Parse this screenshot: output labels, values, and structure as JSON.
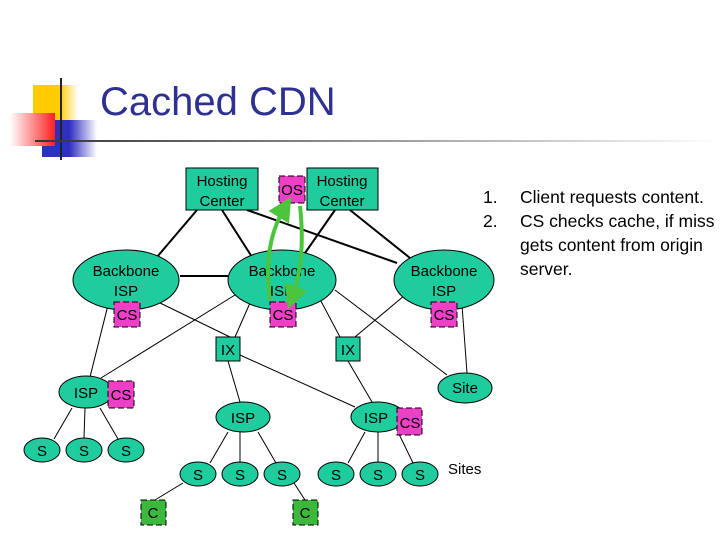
{
  "slide": {
    "title": "Cached CDN",
    "colors": {
      "title": "#2e3192",
      "node": "#1fcc9e",
      "cache": "#ee3fc7",
      "client": "#3cb93c",
      "arrow": "#4cc43c"
    }
  },
  "diagram": {
    "hosting_centers": [
      {
        "line1": "Hosting",
        "line2": "Center"
      },
      {
        "line1": "Hosting",
        "line2": "Center",
        "badge": "OS"
      }
    ],
    "backbones": [
      {
        "line1": "Backbone",
        "line2": "ISP",
        "badge": "CS"
      },
      {
        "line1": "Backbone",
        "line2": "ISP",
        "badge": "CS"
      },
      {
        "line1": "Backbone",
        "line2": "ISP",
        "badge": "CS"
      }
    ],
    "ix": [
      "IX",
      "IX"
    ],
    "site": "Site",
    "isps": [
      {
        "label": "ISP",
        "badge": "CS"
      },
      {
        "label": "ISP"
      },
      {
        "label": "ISP",
        "badge": "CS"
      }
    ],
    "server_label": "S",
    "client_label": "C",
    "sites_label": "Sites"
  },
  "steps": [
    {
      "num": "1.",
      "text": "Client requests content."
    },
    {
      "num": "2.",
      "text": "CS checks cache, if miss gets content from origin server."
    }
  ]
}
